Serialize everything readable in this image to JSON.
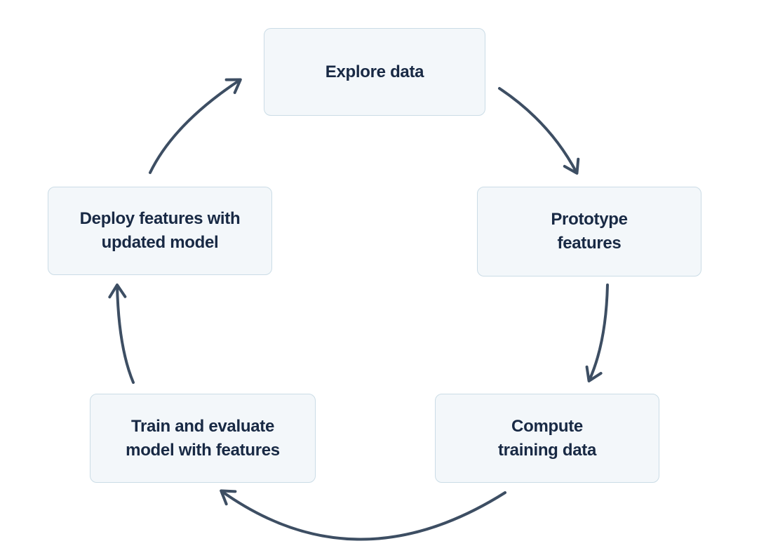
{
  "diagram": {
    "type": "cycle-flowchart",
    "nodes": [
      {
        "id": "explore-data",
        "label": "Explore data"
      },
      {
        "id": "prototype-features",
        "label": "Prototype\nfeatures"
      },
      {
        "id": "compute-training-data",
        "label": "Compute\ntraining data"
      },
      {
        "id": "train-evaluate-model",
        "label": "Train and evaluate\nmodel with features"
      },
      {
        "id": "deploy-features",
        "label": "Deploy features with\nupdated model"
      }
    ],
    "edges": [
      {
        "from": "Explore data",
        "to": "Prototype features"
      },
      {
        "from": "Prototype features",
        "to": "Compute training data"
      },
      {
        "from": "Compute training data",
        "to": "Train and evaluate model with features"
      },
      {
        "from": "Train and evaluate model with features",
        "to": "Deploy features with updated model"
      },
      {
        "from": "Deploy features with updated model",
        "to": "Explore data"
      }
    ],
    "colors": {
      "background": "#ffffff",
      "node_fill": "#f3f7fa",
      "node_border": "#cbdce6",
      "node_text": "#182944",
      "arrow": "#3d4e63"
    }
  }
}
